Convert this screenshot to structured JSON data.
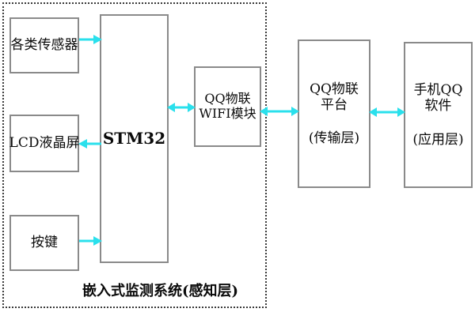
{
  "diagram": {
    "title": "嵌入式监测系统(感知层)",
    "accent_color": "#2ae0ec",
    "box_border_color": "#8a8a8a",
    "boundary_color": "#3a3a3a",
    "text_color": "#0a0a0a",
    "boundary_label": "嵌入式监测系统(感知层)",
    "nodes": [
      {
        "id": "sensors",
        "line1": "各类传感器",
        "line2": "",
        "line3": ""
      },
      {
        "id": "lcd",
        "line1": "LCD液晶屏",
        "line2": "",
        "line3": ""
      },
      {
        "id": "keys",
        "line1": "按键",
        "line2": "",
        "line3": ""
      },
      {
        "id": "mcu",
        "line1": "STM32",
        "line2": "",
        "line3": ""
      },
      {
        "id": "wifi",
        "line1": "QQ物联",
        "line2": "WIFI模块",
        "line3": ""
      },
      {
        "id": "platform",
        "line1": "QQ物联",
        "line2": "平台",
        "line3": "(传输层)"
      },
      {
        "id": "mobile",
        "line1": "手机QQ",
        "line2": "软件",
        "line3": "(应用层)"
      }
    ],
    "edges": [
      {
        "id": "sensors-to-mcu",
        "direction": "right",
        "label": ""
      },
      {
        "id": "mcu-to-lcd",
        "direction": "left",
        "label": ""
      },
      {
        "id": "keys-to-mcu",
        "direction": "right",
        "label": ""
      },
      {
        "id": "mcu-to-wifi",
        "direction": "both",
        "label": ""
      },
      {
        "id": "wifi-to-platform",
        "direction": "both",
        "label": ""
      },
      {
        "id": "platform-to-mobile",
        "direction": "both",
        "label": ""
      }
    ]
  }
}
